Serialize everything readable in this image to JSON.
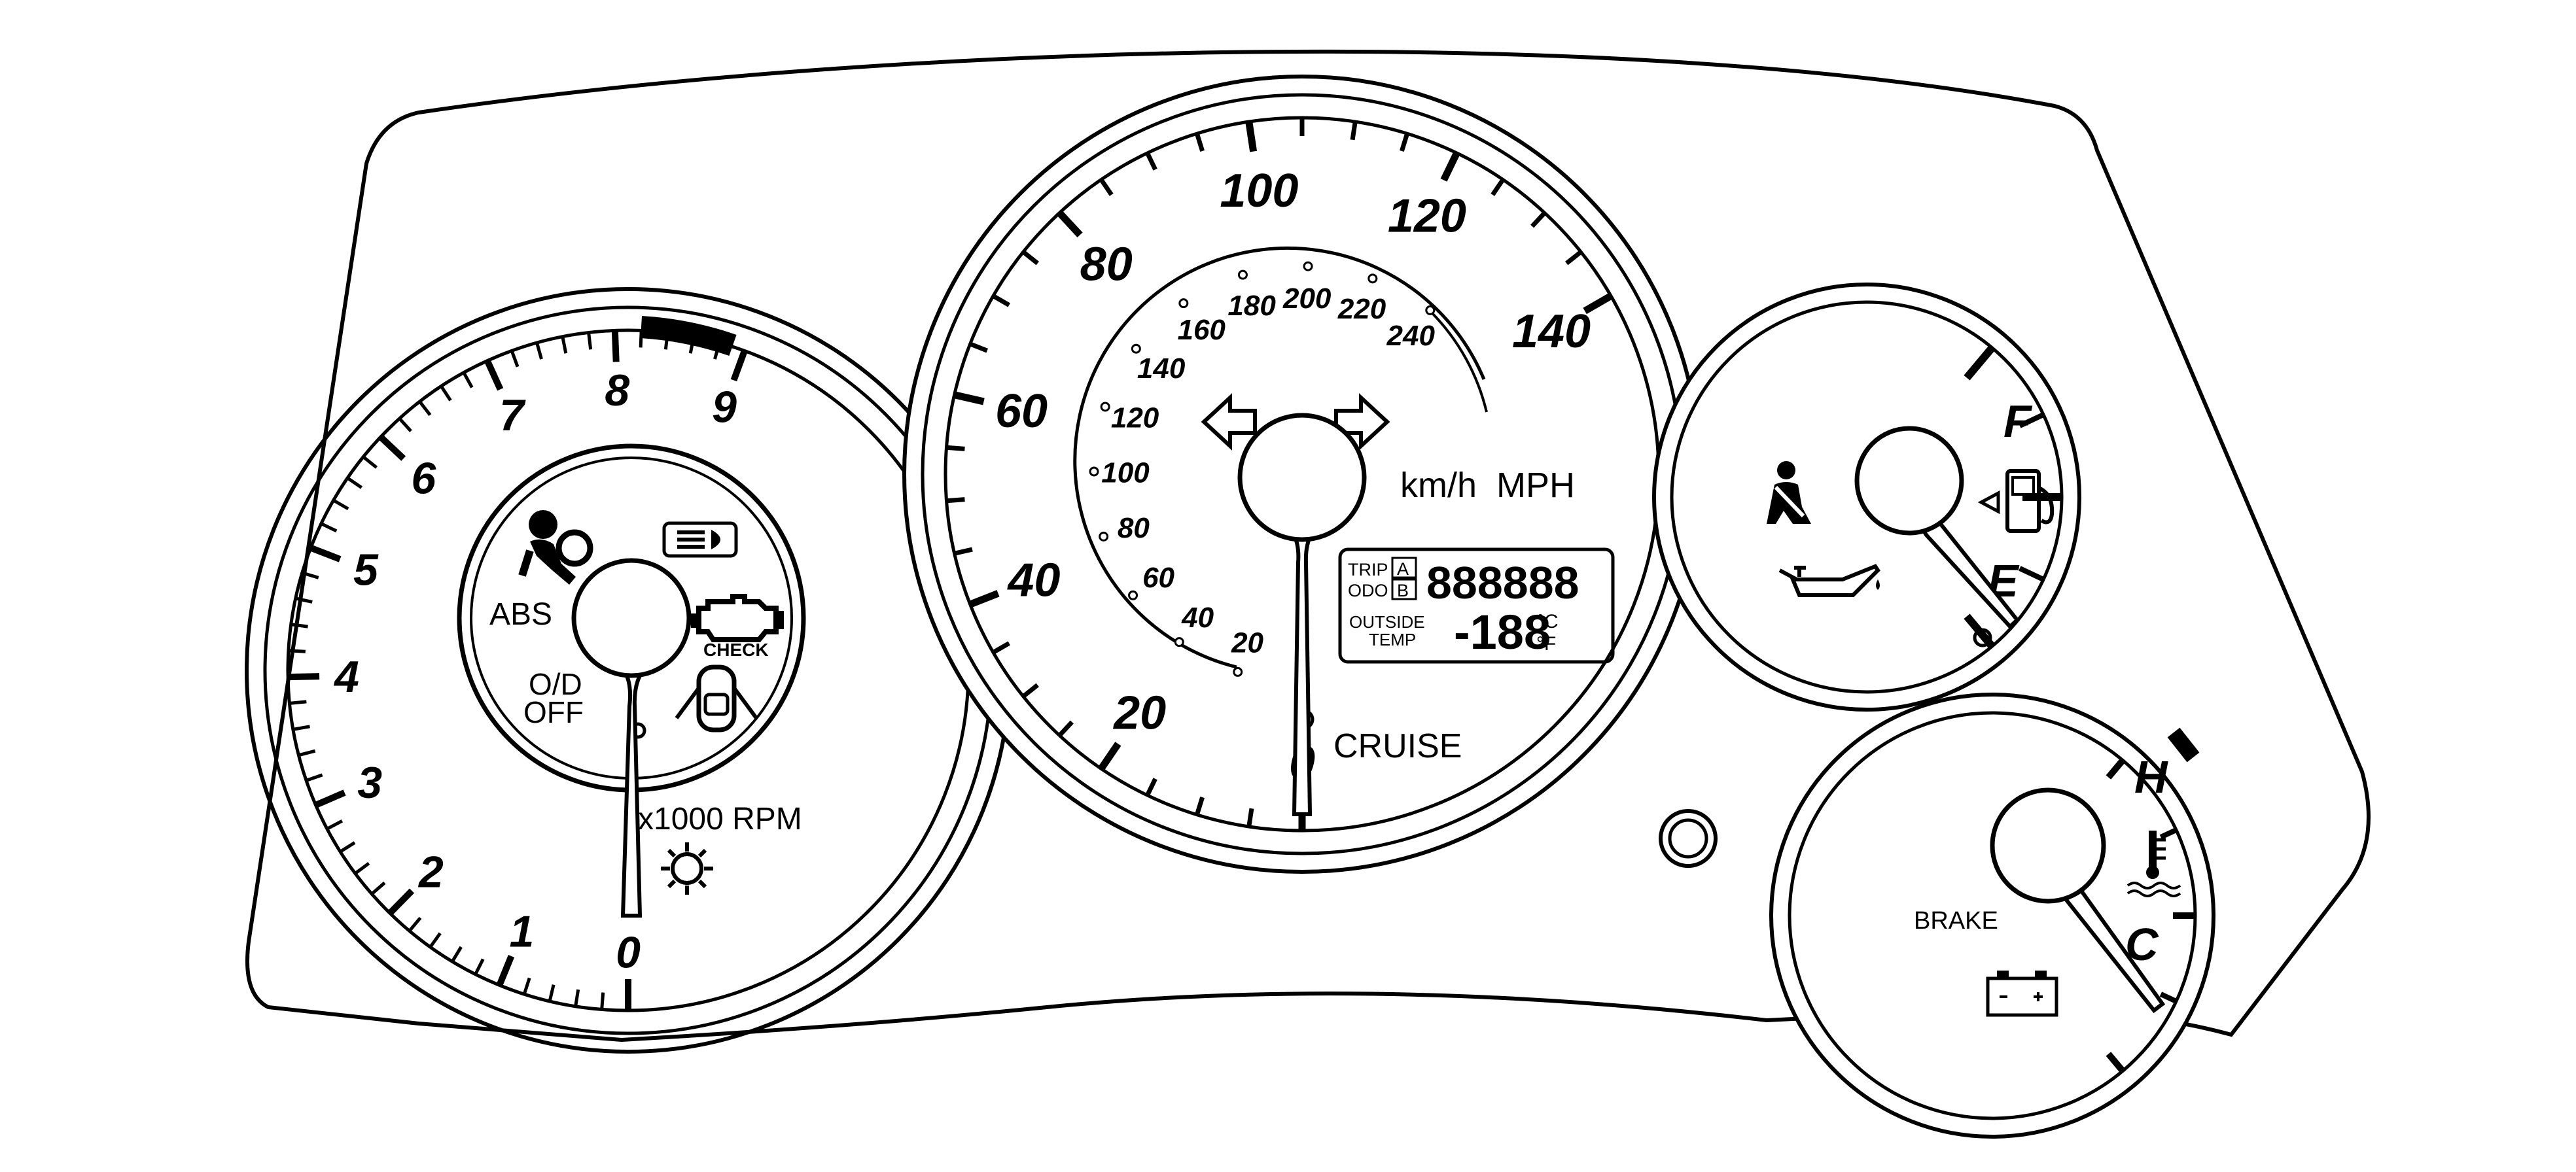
{
  "tachometer": {
    "numbers": [
      "0",
      "1",
      "2",
      "3",
      "4",
      "5",
      "6",
      "7",
      "8",
      "9"
    ],
    "unit": "x1000 RPM",
    "indicators": {
      "abs": "ABS",
      "od_off_line1": "O/D",
      "od_off_line2": "OFF",
      "check": "CHECK"
    }
  },
  "speedometer": {
    "mph_numbers": [
      "0",
      "20",
      "40",
      "60",
      "80",
      "100",
      "120",
      "140"
    ],
    "kmh_numbers": [
      "20",
      "40",
      "60",
      "80",
      "100",
      "120",
      "140",
      "160",
      "180",
      "200",
      "220",
      "240"
    ],
    "units": "km/h  MPH",
    "lcd": {
      "trip": "TRIP",
      "trip_a": "A",
      "odo": "ODO",
      "trip_b": "B",
      "odometer_digits": "888888",
      "outside": "OUTSIDE",
      "temp": "TEMP",
      "temp_digits": "-188",
      "unit_c": "°C",
      "unit_f": "°F"
    },
    "cruise": "CRUISE"
  },
  "fuel_gauge": {
    "full": "F",
    "empty": "E"
  },
  "temp_gauge": {
    "hot": "H",
    "cold": "C",
    "brake": "BRAKE"
  },
  "icons": [
    "airbag-icon",
    "headlight-icon",
    "check-engine-icon",
    "door-ajar-icon",
    "illumination-icon",
    "turn-left-icon",
    "turn-right-icon",
    "seatbelt-icon",
    "fuel-pump-icon",
    "oil-can-icon",
    "coolant-temp-icon",
    "battery-icon",
    "trip-reset-knob-icon"
  ]
}
